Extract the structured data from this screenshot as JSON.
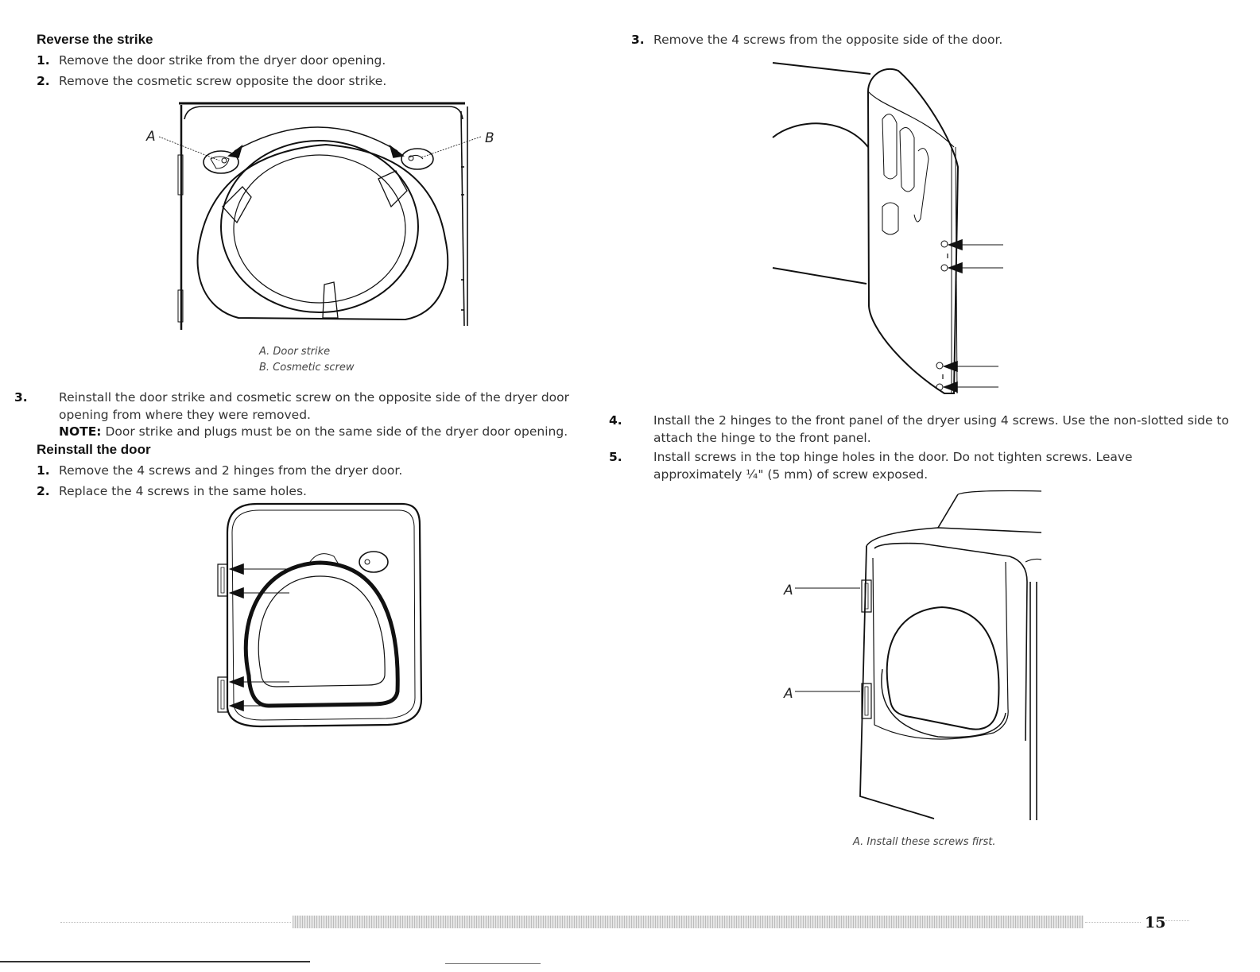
{
  "left": {
    "strike": {
      "heading": "Reverse the strike",
      "steps": [
        {
          "num": "1.",
          "text": "Remove the door strike from the dryer door opening."
        },
        {
          "num": "2.",
          "text": "Remove the cosmetic screw opposite the door strike."
        }
      ],
      "figure": {
        "label_a": "A",
        "label_b": "B",
        "caption_a": "A. Door strike",
        "caption_b": "B. Cosmetic screw"
      },
      "step3": {
        "num": "3.",
        "text": "Reinstall the door strike and cosmetic screw on the opposite side of the dryer door opening from where they were removed."
      },
      "note": {
        "label": "NOTE:",
        "text": " Door strike and plugs must be on the same side of the dryer door opening."
      }
    },
    "door": {
      "heading": "Reinstall the door",
      "steps": [
        {
          "num": "1.",
          "text": "Remove the 4 screws and 2 hinges from the dryer door."
        },
        {
          "num": "2.",
          "text": "Replace the 4 screws in the same holes."
        }
      ]
    }
  },
  "right": {
    "step3": {
      "num": "3.",
      "text": "Remove the 4 screws from the opposite side of the door."
    },
    "step4": {
      "num": "4.",
      "text": "Install the 2 hinges to the front panel of the dryer using 4 screws. Use the non-slotted side to attach the hinge to the front panel."
    },
    "step5": {
      "num": "5.",
      "text": "Install screws in the top hinge holes in the door. Do not tighten screws. Leave approximately ¼\" (5 mm) of screw exposed."
    },
    "figure": {
      "label_a1": "A",
      "label_a2": "A",
      "caption": "A. Install these screws first."
    }
  },
  "footer": {
    "page_number": "15"
  }
}
